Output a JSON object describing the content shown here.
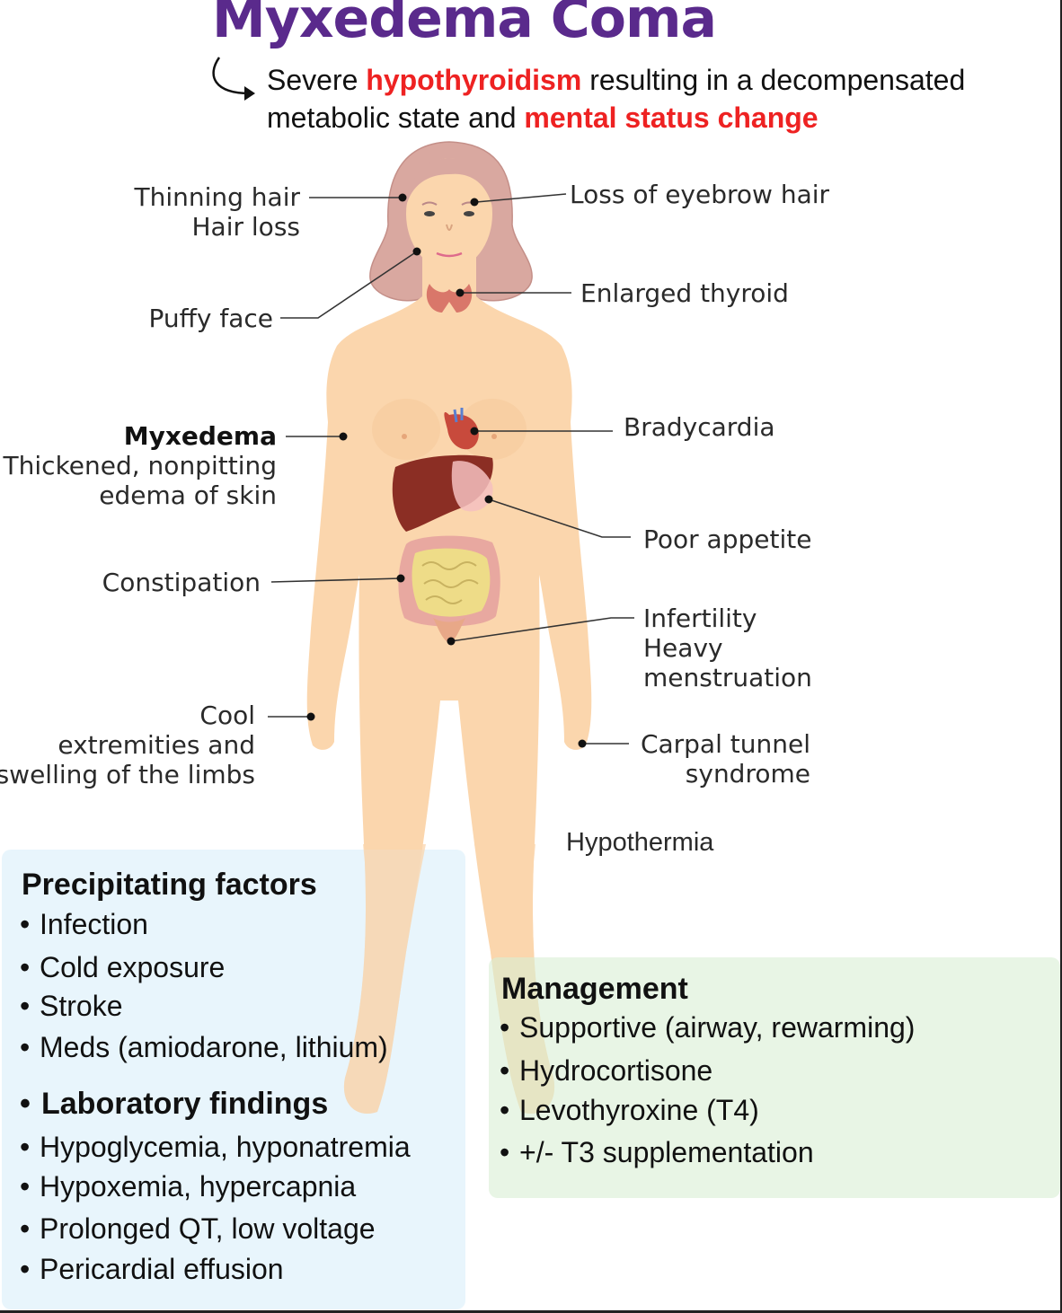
{
  "title": "Myxedema Coma",
  "subtitle": {
    "line1_a": "Severe ",
    "line1_b": "hypothyroidism",
    "line1_c": " resulting in a decompensated",
    "line2_a": "metabolic state and ",
    "line2_b": "mental status change"
  },
  "labels": {
    "thinning_hair": "Thinning hair",
    "hair_loss": "Hair loss",
    "eyebrow": "Loss of eyebrow hair",
    "thyroid": "Enlarged thyroid",
    "puffy_face": "Puffy face",
    "myxedema": "Myxedema",
    "myx_desc1": "Thickened, nonpitting",
    "myx_desc2": "edema of skin",
    "bradycardia": "Bradycardia",
    "poor_appetite": "Poor appetite",
    "constipation": "Constipation",
    "infertility": "Infertility",
    "heavy": "Heavy",
    "menstruation": "menstruation",
    "cool": "Cool",
    "extremities": "extremities and",
    "swelling": "swelling of the limbs",
    "carpal1": "Carpal tunnel",
    "carpal2": "syndrome",
    "hypothermia": "Hypothermia"
  },
  "precipitating": {
    "heading": "Precipitating factors",
    "items": [
      "Infection",
      "Cold exposure",
      "Stroke",
      "Meds (amiodarone, lithium)"
    ]
  },
  "laboratory": {
    "heading": "Laboratory findings",
    "items": [
      "Hypoglycemia, hyponatremia",
      "Hypoxemia, hypercapnia",
      "Prolonged QT, low voltage",
      "Pericardial effusion"
    ]
  },
  "management": {
    "heading": "Management",
    "items": [
      "Supportive (airway, rewarming)",
      "Hydrocortisone",
      "Levothyroxine (T4)",
      "+/- T3 supplementation"
    ]
  },
  "bullet": "•",
  "colors": {
    "title": "#5a2a8c",
    "highlight": "#ee2222",
    "skin": "#fbd6ad",
    "hair": "#d9a8a0"
  }
}
